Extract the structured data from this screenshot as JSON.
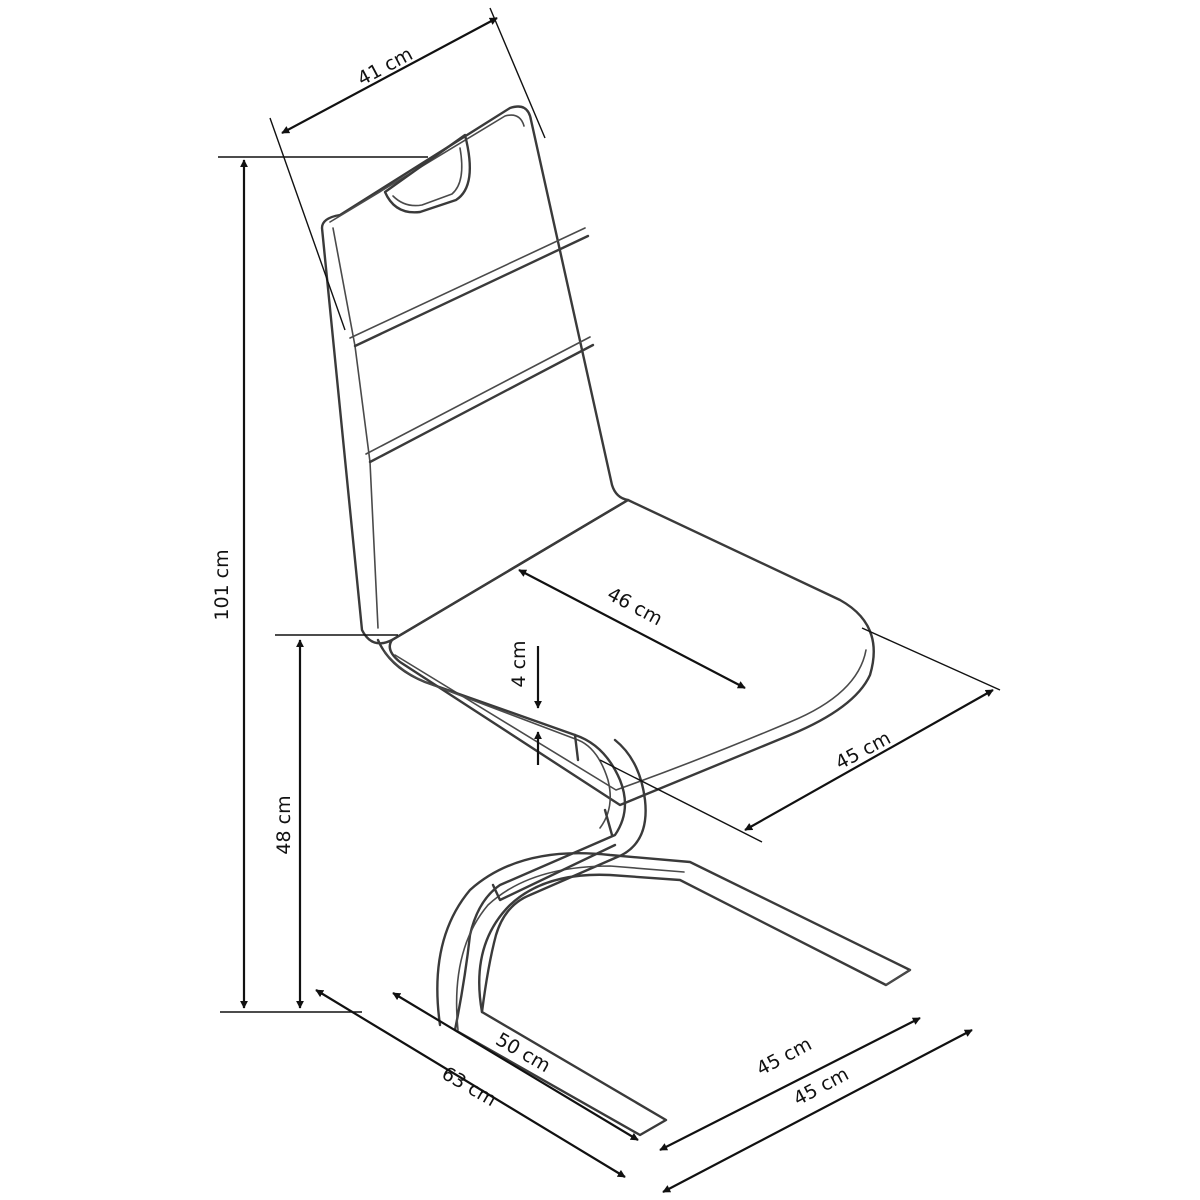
{
  "dimensions": {
    "back_width": "41 cm",
    "total_height": "101 cm",
    "seat_depth": "46 cm",
    "seat_thickness": "4 cm",
    "seat_width": "45 cm",
    "seat_height": "48 cm",
    "base_length": "50 cm",
    "total_depth": "63 cm",
    "base_width": "45 cm",
    "total_width": "45 cm"
  }
}
